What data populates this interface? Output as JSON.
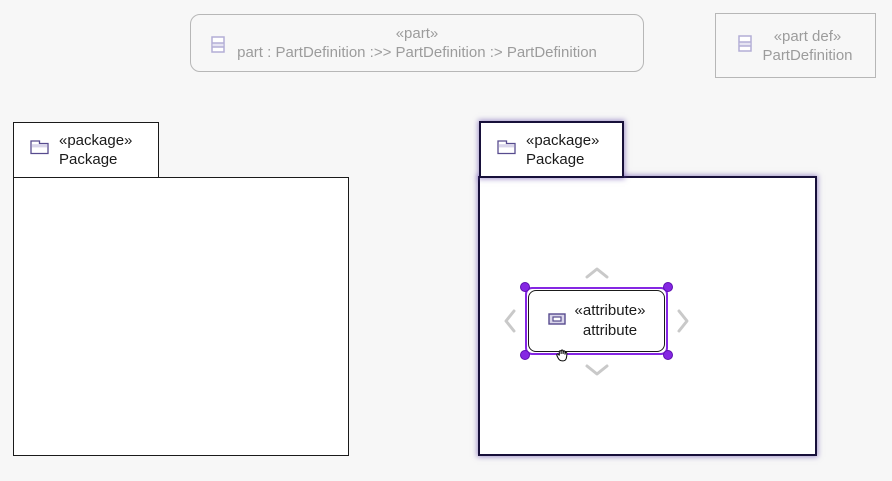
{
  "diagram": {
    "background": "#f7f7f7",
    "part_usage_preview": {
      "stereotype": "«part»",
      "label": "part : PartDefinition :>> PartDefinition :> PartDefinition",
      "icon": "class-compartments-icon"
    },
    "part_definition_preview": {
      "stereotype": "«part def»",
      "label": "PartDefinition",
      "icon": "class-compartments-icon"
    },
    "package_left": {
      "stereotype": "«package»",
      "name": "Package",
      "icon": "folder-icon"
    },
    "package_right": {
      "stereotype": "«package»",
      "name": "Package",
      "icon": "folder-icon"
    },
    "attribute_node": {
      "stereotype": "«attribute»",
      "name": "attribute",
      "icon": "attribute-slot-icon",
      "selected": true
    },
    "colors": {
      "selection_purple": "#8526e3",
      "selected_package_border": "#17103a",
      "package_border": "#1a1a1a",
      "preview_border": "#b7b7b7",
      "preview_text": "#9c9c9c",
      "arrow_gray": "#c9c9c9",
      "icon_purple": "#574b8e",
      "icon_light_purple": "#b3aed6"
    }
  }
}
